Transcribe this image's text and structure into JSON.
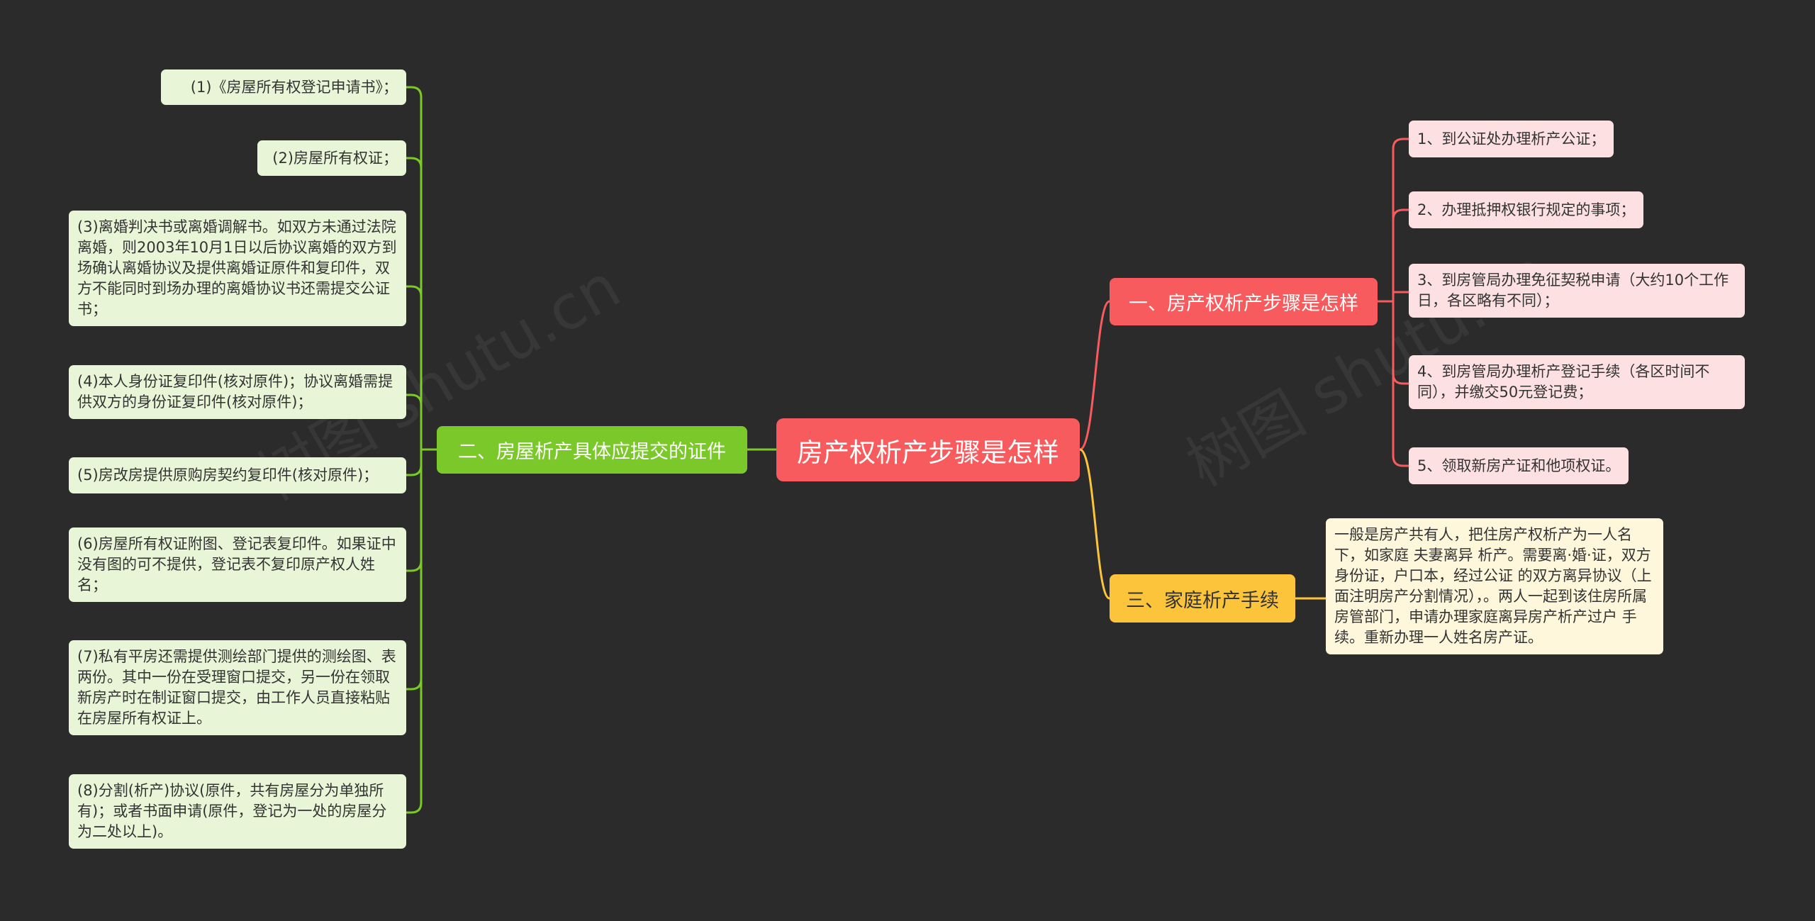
{
  "root": {
    "title": "房产权析产步骤是怎样"
  },
  "watermark": "树图 shutu.cn",
  "branches": {
    "steps": {
      "label": "一、房产权析产步骤是怎样",
      "color": "#f75b5d",
      "items": [
        "1、到公证处办理析产公证；",
        "2、办理抵押权银行规定的事项；",
        "3、到房管局办理免征契税申请（大约10个工作日，各区略有不同）；",
        "4、到房管局办理析产登记手续（各区时间不同），并缴交50元登记费；",
        "5、领取新房产证和他项权证。"
      ]
    },
    "documents": {
      "label": "二、房屋析产具体应提交的证件",
      "color": "#7ac829",
      "items": [
        "(1)《房屋所有权登记申请书》；",
        "(2)房屋所有权证；",
        "(3)离婚判决书或离婚调解书。如双方未通过法院离婚，则2003年10月1日以后协议离婚的双方到场确认离婚协议及提供离婚证原件和复印件，双方不能同时到场办理的离婚协议书还需提交公证书；",
        "(4)本人身份证复印件(核对原件)；协议离婚需提供双方的身份证复印件(核对原件)；",
        "(5)房改房提供原购房契约复印件(核对原件)；",
        "(6)房屋所有权证附图、登记表复印件。如果证中没有图的可不提供，登记表不复印原产权人姓名；",
        "(7)私有平房还需提供测绘部门提供的测绘图、表两份。其中一份在受理窗口提交，另一份在领取新房产时在制证窗口提交，由工作人员直接粘贴在房屋所有权证上。",
        "(8)分割(析产)协议(原件，共有房屋分为单独所有)；或者书面申请(原件，登记为一处的房屋分为二处以上)。"
      ]
    },
    "family": {
      "label": "三、家庭析产手续",
      "color": "#fcc43b",
      "items": [
        "一般是房产共有人，把住房产权析产为一人名下，如家庭 夫妻离异 析产。需要离·婚·证，双方身份证，户口本，经过公证 的双方离异协议（上面注明房产分割情况），。两人一起到该住房所属房管部门，申请办理家庭离异房产析产过户 手续。重新办理一人姓名房产证。"
      ]
    }
  }
}
